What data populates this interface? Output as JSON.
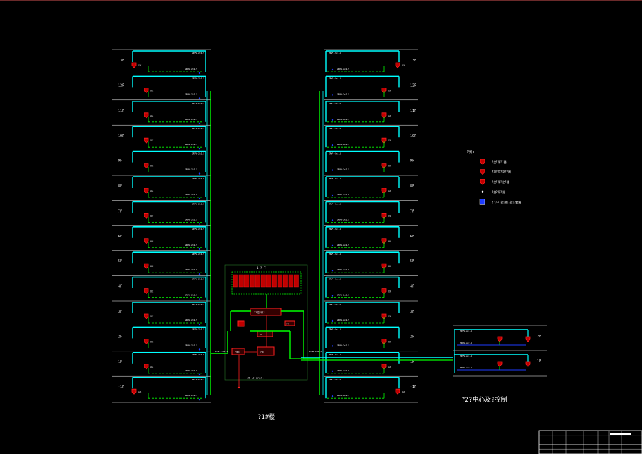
{
  "colors": {
    "background": "#000000",
    "riser": "#00ffff",
    "bus": "#00ff00",
    "device": "#ff2020",
    "device_fill": "#c00000",
    "signal": "#1e3cff",
    "text": "#ffffff",
    "floor_line": "#ffffff"
  },
  "left_tower": {
    "floors": [
      "13F",
      "12F",
      "11F",
      "10F",
      "9F",
      "8F",
      "7F",
      "6F",
      "5F",
      "4F",
      "3F",
      "2F",
      "1F",
      "-1F"
    ],
    "cable_label_a": "ZRVV-2x1.5",
    "cable_label_b": "ZRBV-2x2.5",
    "device_tag": "XX"
  },
  "right_tower": {
    "floors": [
      "13F",
      "12F",
      "11F",
      "10F",
      "9F",
      "8F",
      "7F",
      "6F",
      "5F",
      "4F",
      "3F",
      "2F",
      "1F",
      "-1F"
    ],
    "cable_label_a": "ZRVV-2x1.5",
    "cable_label_b": "ZRBV-2x2.5",
    "device_tag": "XX"
  },
  "side_building": {
    "floors": [
      "2F",
      "1F"
    ],
    "title": "?2?中心及?控制"
  },
  "control_center": {
    "panel_title": "1-?-F?",
    "main_box": "??控?系?",
    "sub_box_a": "?控器",
    "sub_box_b": "??",
    "sub_box_c": "??",
    "sub_box_d": "?源",
    "sub_box_e": "??机",
    "footer": "?f?-? ???? ?",
    "bus_label": "ZRVV-2x1.5"
  },
  "left_title": "?1#楼",
  "legend": {
    "heading": "?例:",
    "items": [
      {
        "icon": "horn-icon",
        "text": "?控?探??器"
      },
      {
        "icon": "horn-icon",
        "text": "?控?探?控??器"
      },
      {
        "icon": "horn-icon",
        "text": "?控?探?控?器"
      },
      {
        "icon": "dot-icon",
        "text": "?控?探?器"
      },
      {
        "icon": "box-icon",
        "text": "???中?控?柜?控??器箱"
      }
    ]
  },
  "title_block": {
    "rows": 5
  }
}
